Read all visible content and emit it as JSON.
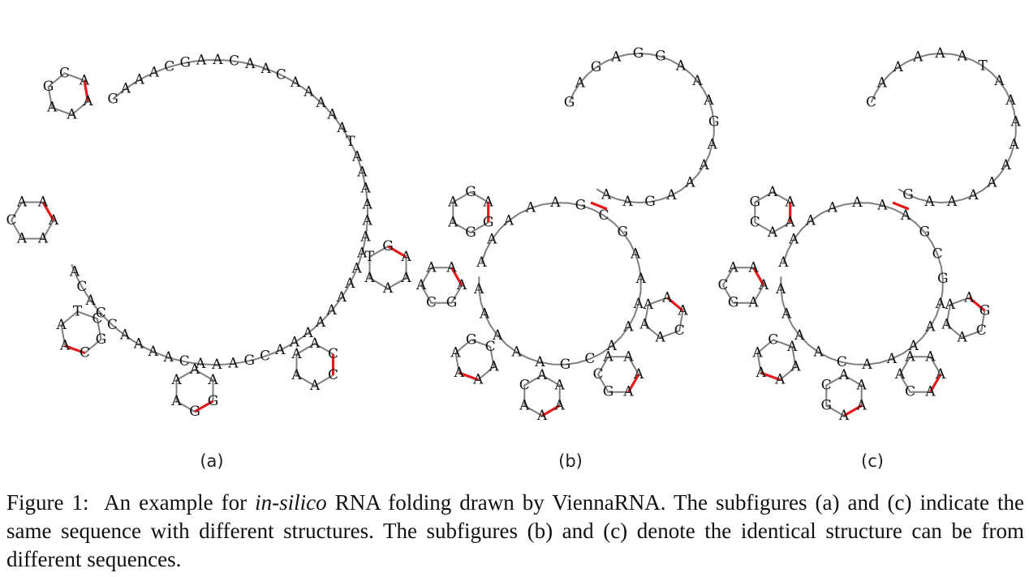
{
  "figure": {
    "backbone_color": "#7f7f7f",
    "pair_color": "#e41a1c",
    "panels": [
      {
        "id": "a",
        "label": "(a)",
        "segments": [
          {
            "seq": "GAAACGAACAACAAAAATAAAAAAAAAAAAAAACGAAA"
          },
          {
            "seq": "CAAAACCACAAAA"
          },
          {
            "seq": "GCAAAACAAAATCGCGAAAAGCAAAACAAAATGCAAGC"
          }
        ]
      },
      {
        "id": "b",
        "label": "(b)",
        "segments": [
          {
            "seq": "GAGAGGAAAGAAAAGAAAAAAAGCGAAAAACGAAAAAGGAAGAAGCA"
          },
          {
            "seq": "AAAAGCAAAACAAAAGCAAAACAAAAGCAAAATGCAAGCAAAAGCAAAAC"
          }
        ]
      },
      {
        "id": "c",
        "label": "(c)",
        "segments": [
          {
            "seq": "CAAAAATAAAAAAAAAGAAAAAAAGCGAAAAACAAAAAACGAAA"
          },
          {
            "seq": "AGCAAAACAAAAGCAAAACAAAAGCAAAATGCAAAACAAAAGCCAAAAC"
          }
        ]
      }
    ]
  },
  "caption": {
    "prefix": "Figure 1:",
    "text_before": "An example for",
    "emphasis": "in-silico",
    "text_after": "RNA folding drawn by ViennaRNA. The subfigures (a) and (c) indicate the same sequence with different structures. The subfigures (b) and (c) denote the identical structure can be from different sequences."
  }
}
